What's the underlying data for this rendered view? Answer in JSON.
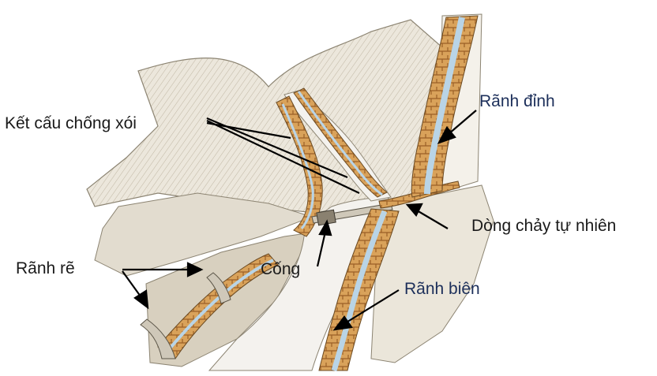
{
  "labels": {
    "erosion_structure": "Kết cấu chống xói",
    "crest_ditch": "Rãnh đỉnh",
    "natural_flow": "Dòng chảy tự nhiên",
    "branch_ditch": "Rãnh rẽ",
    "culvert": "Cống",
    "side_ditch": "Rãnh biên"
  },
  "colors": {
    "masonry": "#d9a25a",
    "masonry_dark": "#a86a2c",
    "water": "#b9d4e6",
    "hillside": "#ddd6c6",
    "road": "#f4f2ee",
    "ink": "#1a1a1a",
    "label_blue": "#1c2f5a"
  }
}
